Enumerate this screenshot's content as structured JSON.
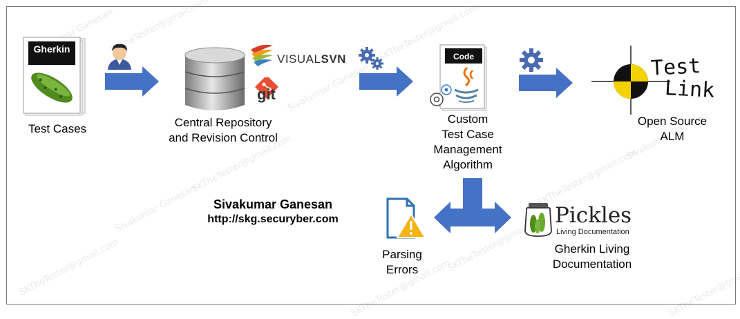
{
  "colors": {
    "arrow": "#4472c4",
    "frame": "#7a7a7a",
    "gear": "#4a6bb0"
  },
  "nodes": {
    "test_cases": {
      "card_title": "Gherkin",
      "label": "Test Cases"
    },
    "repository": {
      "label_lines": [
        "Central Repository",
        "and Revision Control"
      ],
      "svn_text_a": "VISUAL",
      "svn_text_b": "SVN",
      "git_text": "git"
    },
    "algorithm": {
      "card_title": "Code",
      "label_lines": [
        "Custom",
        "Test Case",
        "Management",
        "Algorithm"
      ]
    },
    "alm": {
      "logo_line1": "Test",
      "logo_line2": "Link",
      "label_lines": [
        "Open Source",
        "ALM"
      ]
    },
    "errors": {
      "label_lines": [
        "Parsing",
        "Errors"
      ]
    },
    "pickles": {
      "logo_title": "Pickles",
      "logo_subtitle": "Living Documentation",
      "label_lines": [
        "Gherkin Living",
        "Documentation"
      ]
    }
  },
  "author": {
    "name": "Sivakumar Ganesan",
    "url": "http://skg.securyber.com"
  },
  "watermarks": [
    "SKTheTester@gmail.com",
    "Sivakumar Ganesan"
  ]
}
